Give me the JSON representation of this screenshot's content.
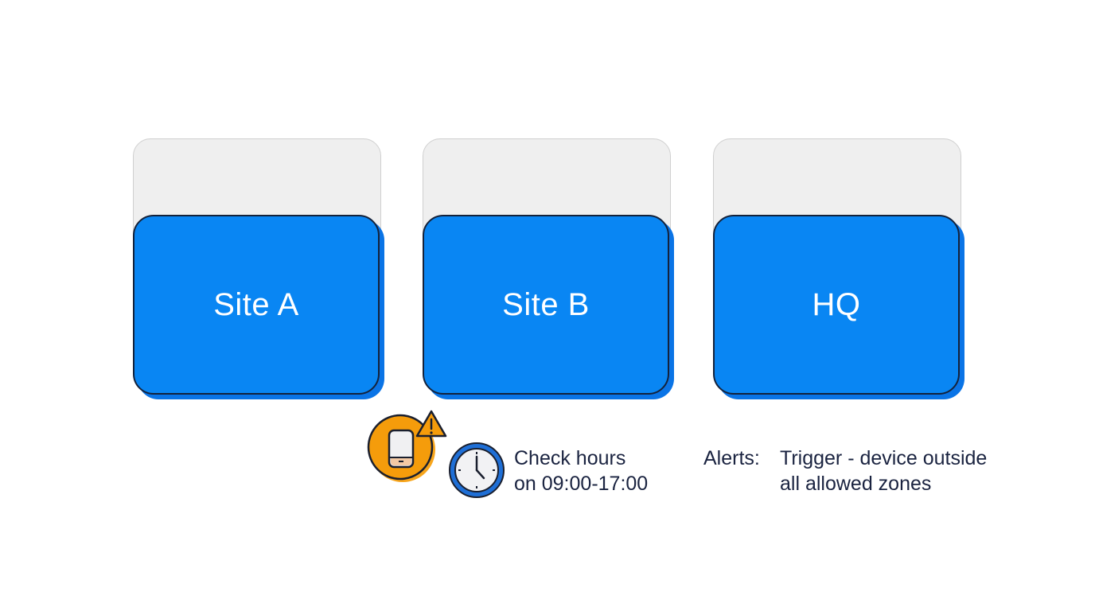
{
  "zones": [
    {
      "label": "Site A"
    },
    {
      "label": "Site B"
    },
    {
      "label": "HQ"
    }
  ],
  "icons": {
    "phone_alert": "phone-warning-icon",
    "clock": "clock-icon"
  },
  "schedule": {
    "line1": "Check hours",
    "line2": "on 09:00-17:00"
  },
  "alerts": {
    "label": "Alerts:",
    "line1": "Trigger - device outside",
    "line2": "all allowed zones"
  },
  "colors": {
    "zone_blue": "#0986f3",
    "alert_orange": "#f59c0b",
    "clock_blue": "#1f6fd6",
    "text": "#1a2340"
  }
}
